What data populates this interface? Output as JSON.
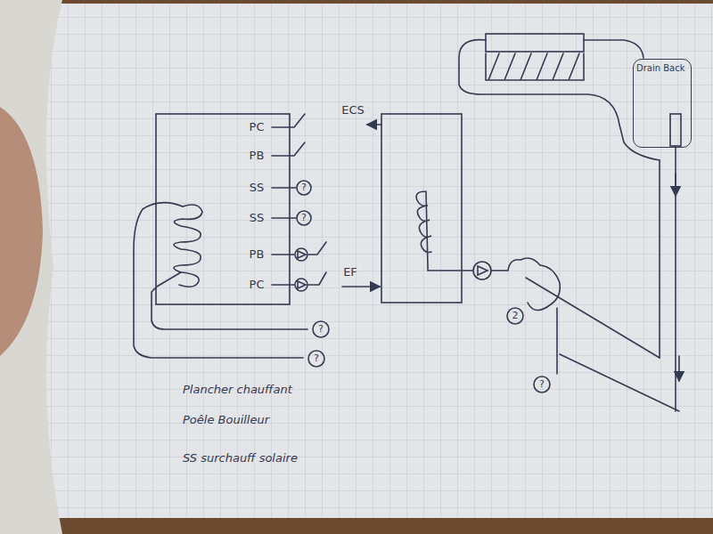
{
  "diagram": {
    "nodes": [
      {
        "text": [
          "Drain Back"
        ]
      }
    ],
    "edges": [],
    "labels": [
      "PC",
      "ECS",
      "PB",
      "SS",
      "?",
      "SS",
      "?",
      "PB",
      "EF",
      "PC",
      "2",
      "?",
      "?",
      "?",
      "Plancher chauffant",
      "Poêle Bouilleur",
      "SS surchauff solaire"
    ]
  }
}
